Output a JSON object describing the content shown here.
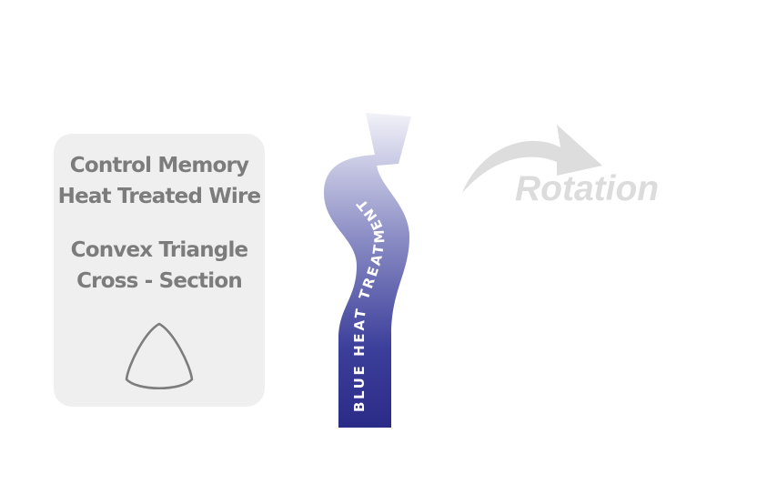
{
  "info_card": {
    "line1": "Control Memory",
    "line2": "Heat Treated Wire",
    "line3": "Convex Triangle",
    "line4": "Cross - Section"
  },
  "wire": {
    "label": "BLUE HEAT TREATMENT",
    "gradient_top": "#e9e9f5",
    "gradient_bottom": "#2a2b87",
    "text_color": "#ffffff"
  },
  "rotation": {
    "label": "Rotation",
    "color": "#dcdcdc"
  },
  "colors": {
    "card_background": "#efefef",
    "card_text": "#7c7c7c",
    "triangle_stroke": "#7d7d7d"
  }
}
